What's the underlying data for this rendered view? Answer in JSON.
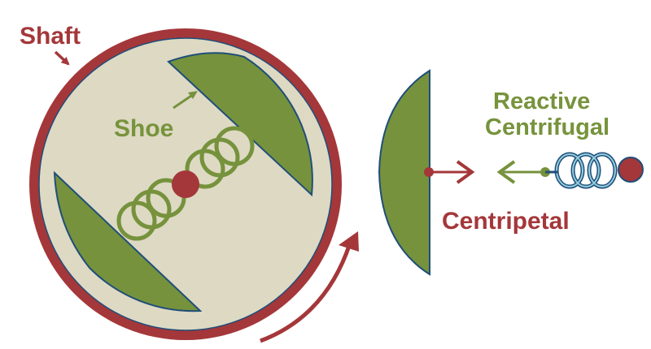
{
  "labels": {
    "shaft": "Shaft",
    "shoe": "Shoe",
    "reactive_line1": "Reactive",
    "reactive_line2": "Centrifugal",
    "centripetal": "Centripetal"
  },
  "colors": {
    "maroon": "#a4373a",
    "green": "#76923c",
    "green_text": "#77933c",
    "beige": "#ddd9c3",
    "edge_blue": "#1f4e79",
    "spring_blue": "#31859c"
  }
}
